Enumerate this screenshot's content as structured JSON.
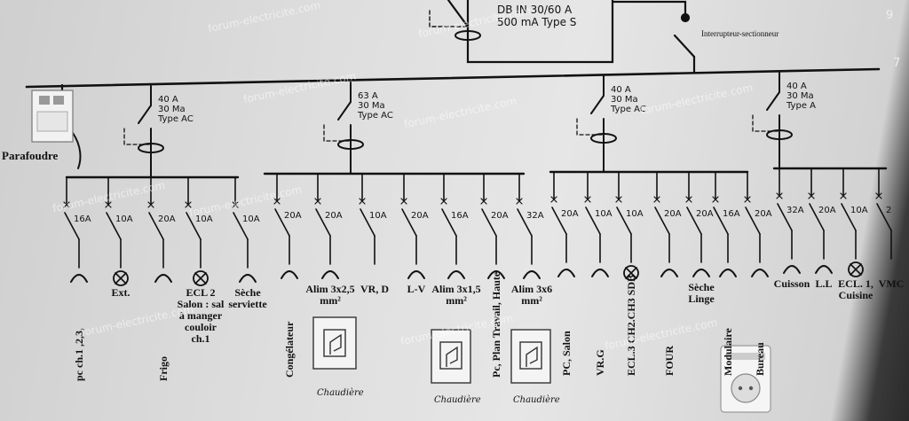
{
  "main_breaker": {
    "line1": "DB IN 30/60 A",
    "line2": "500 mA Type S"
  },
  "disconnector": "Interrupteur-sectionneur",
  "surge_protector": "Parafoudre",
  "differentials": [
    {
      "rating": "40 A",
      "sens": "30 Ma",
      "type": "Type AC"
    },
    {
      "rating": "63 A",
      "sens": "30 Ma",
      "type": "Type AC"
    },
    {
      "rating": "40 A",
      "sens": "30 Ma",
      "type": "Type AC"
    },
    {
      "rating": "40 A",
      "sens": "30 Ma",
      "type": "Type A"
    }
  ],
  "circuits": [
    {
      "rating": "16A",
      "label": "pc ch.1 ,2,3,"
    },
    {
      "rating": "10A",
      "label": "Ext."
    },
    {
      "rating": "20A",
      "label": "Frigo"
    },
    {
      "rating": "10A",
      "label": "ECL 2 Salon : sal à manger couloir ch.1"
    },
    {
      "rating": "10A",
      "label": "Sèche serviette"
    },
    {
      "rating": "20A",
      "label": "Congélateur"
    },
    {
      "rating": "20A",
      "label": "Alim 3x2,5 mm²"
    },
    {
      "rating": "10A",
      "label": "VR, D"
    },
    {
      "rating": "20A",
      "label": "L-V"
    },
    {
      "rating": "16A",
      "label": "Alim 3x1,5 mm²"
    },
    {
      "rating": "20A",
      "label": "Pc, Plan Travail, Haute"
    },
    {
      "rating": "32A",
      "label": "Alim 3x6 mm²"
    },
    {
      "rating": "20A",
      "label": "PC, Salon"
    },
    {
      "rating": "10A",
      "label": "VR.G"
    },
    {
      "rating": "10A",
      "label": "ECL.3 CH2.CH3 SDB"
    },
    {
      "rating": "20A",
      "label": "FOUR"
    },
    {
      "rating": "20A",
      "label": "Sèche Linge"
    },
    {
      "rating": "16A",
      "label": "Modulaire"
    },
    {
      "rating": "20A",
      "label": "Bureau"
    },
    {
      "rating": "32A",
      "label": "Cuisson"
    },
    {
      "rating": "20A",
      "label": "L.L"
    },
    {
      "rating": "10A",
      "label": "ECL. 1, Cuisine"
    },
    {
      "rating": "2",
      "label": "VMC"
    }
  ],
  "boiler_label": "Chaudière",
  "watermark": "forum-electricite.com",
  "edge_digits": [
    "9",
    "7"
  ]
}
